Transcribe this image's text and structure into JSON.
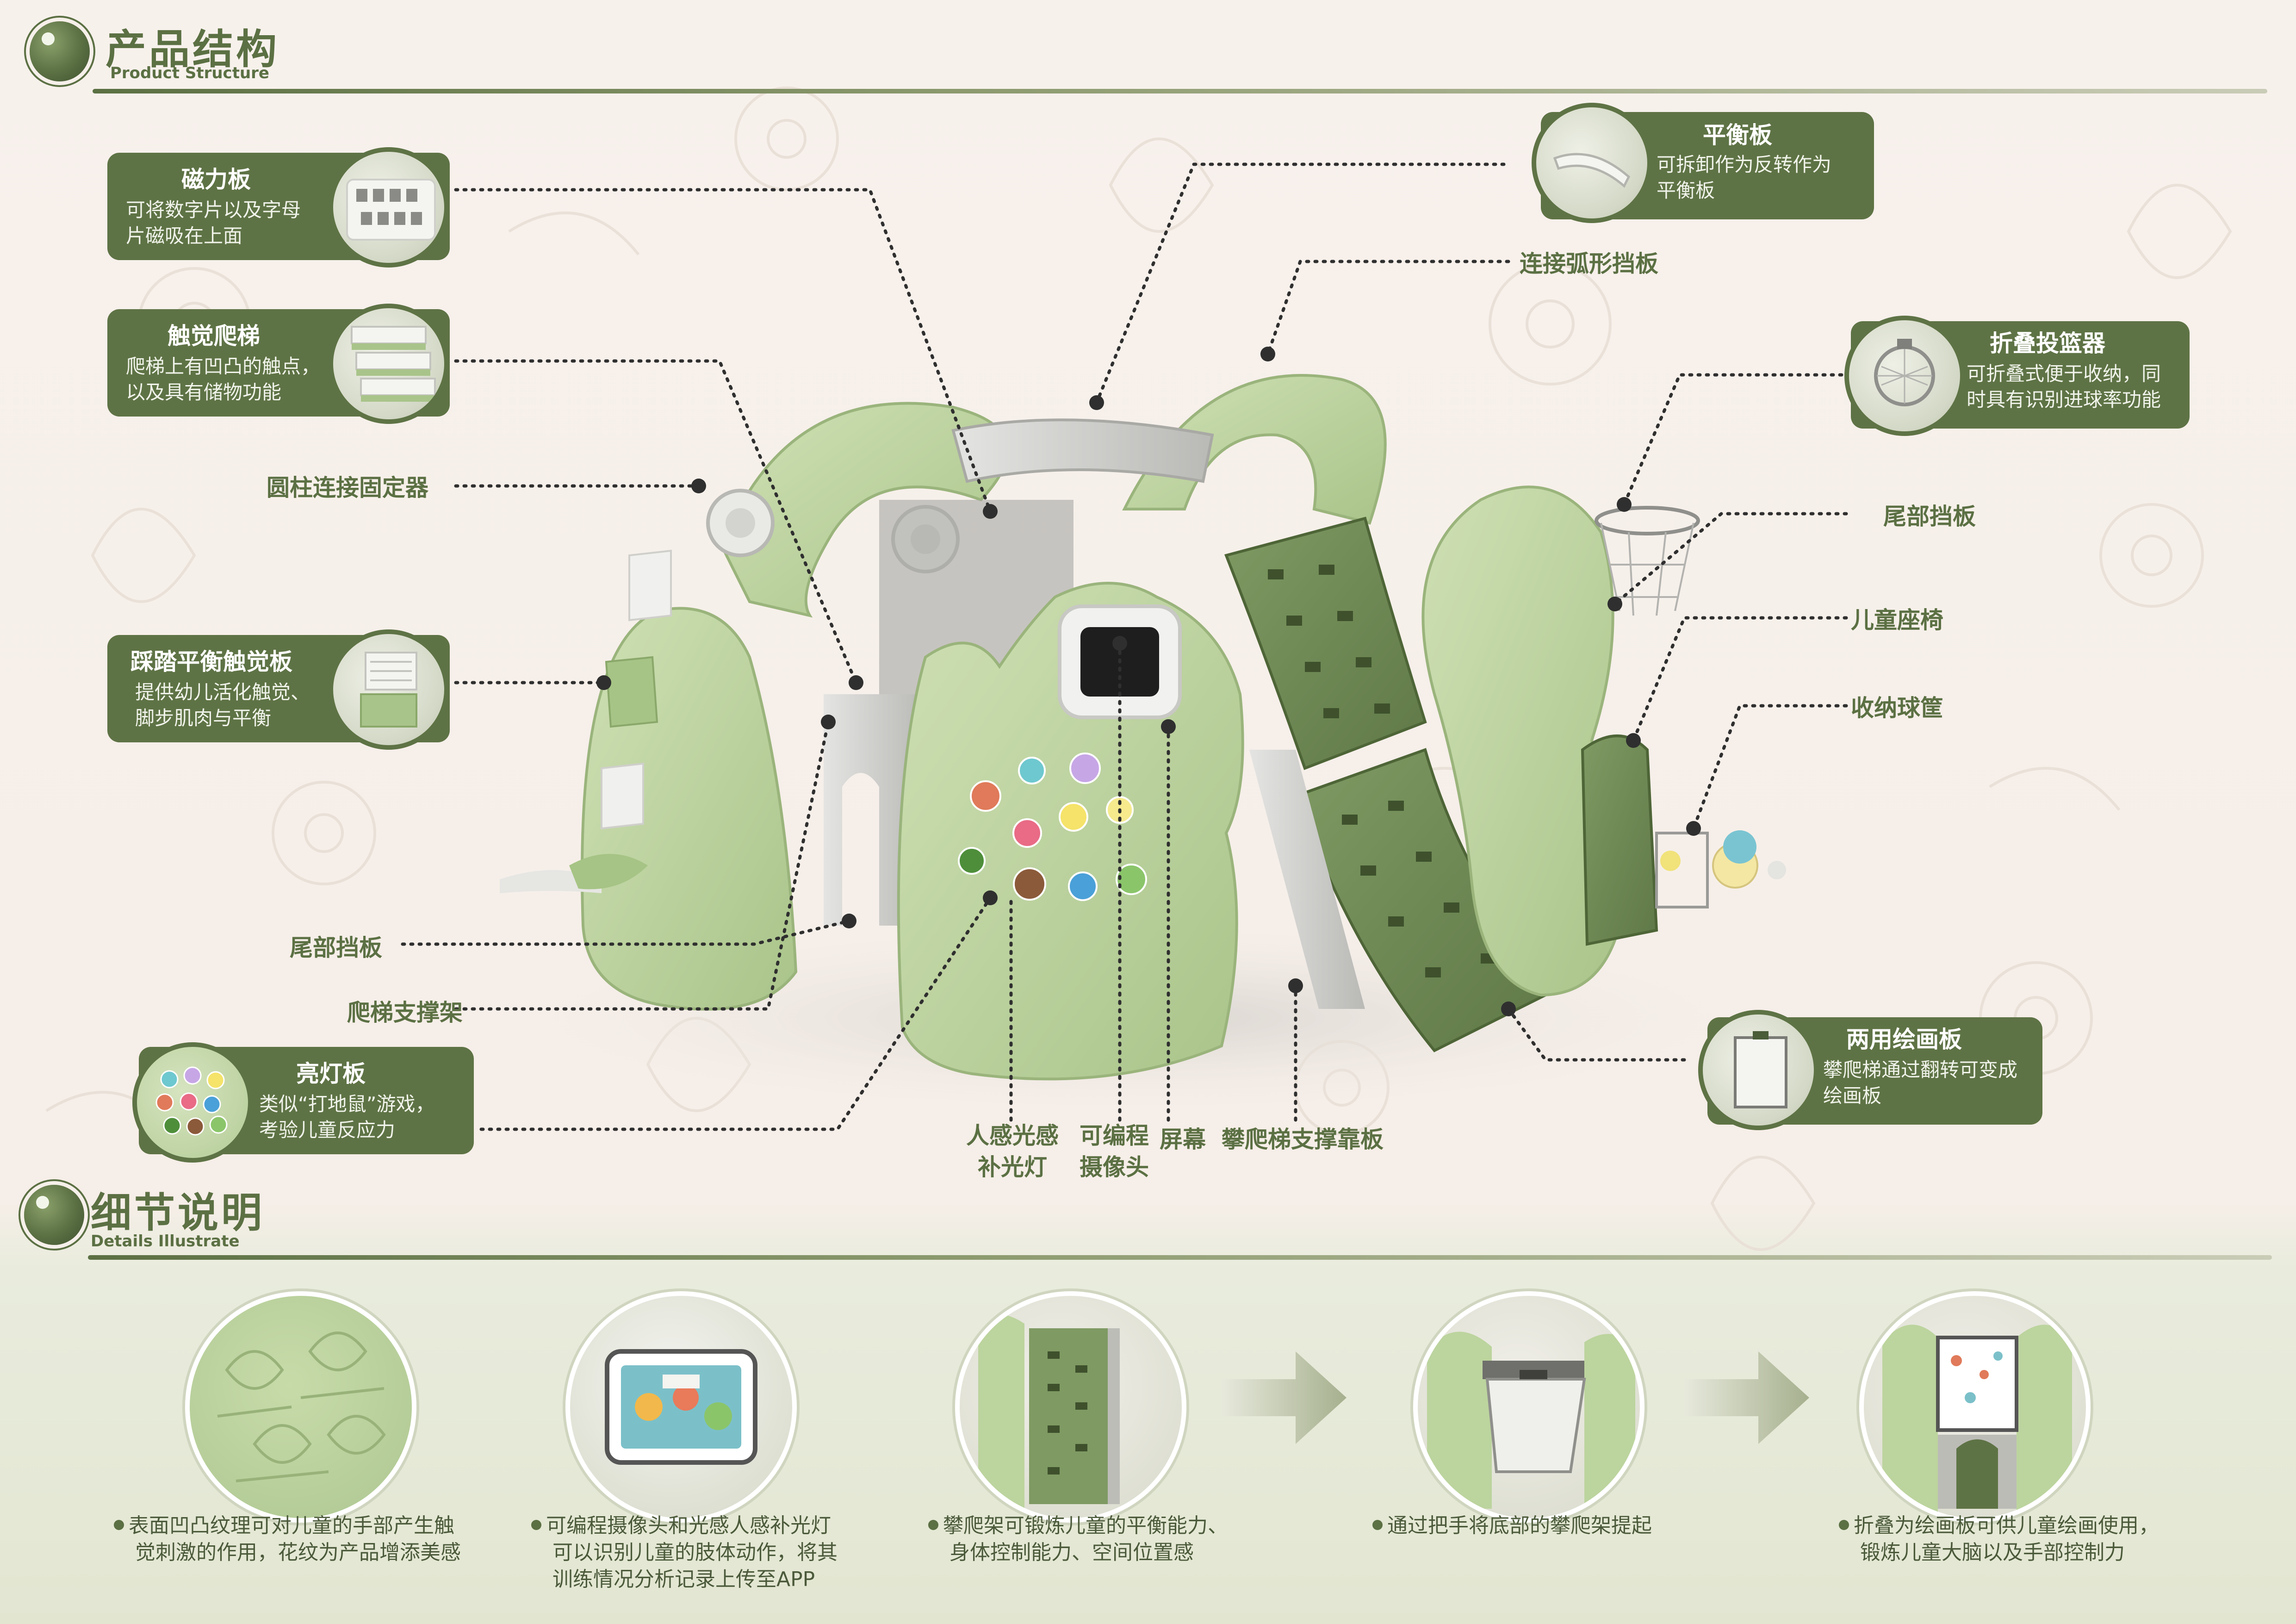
{
  "section1": {
    "title": "产品结构",
    "subtitle": "Product Structure"
  },
  "section2": {
    "title": "细节说明",
    "subtitle": "Details Illustrate"
  },
  "callouts": {
    "magnetic": {
      "title": "磁力板",
      "desc1": "可将数字片以及字母",
      "desc2": "片磁吸在上面"
    },
    "ladder": {
      "title": "触觉爬梯",
      "desc1": "爬梯上有凹凸的触点，",
      "desc2": "以及具有储物功能"
    },
    "step": {
      "title": "踩踏平衡触觉板",
      "desc1": "提供幼儿活化触觉、",
      "desc2": "脚步肌肉与平衡"
    },
    "light": {
      "title": "亮灯板",
      "desc1": "类似“打地鼠”游戏，",
      "desc2": "考验儿童反应力"
    },
    "balance": {
      "title": "平衡板",
      "desc1": "可拆卸作为反转作为",
      "desc2": "平衡板"
    },
    "hoop": {
      "title": "折叠投篮器",
      "desc1": "可折叠式便于收纳，同",
      "desc2": "时具有识别进球率功能"
    },
    "drawing": {
      "title": "两用绘画板",
      "desc1": "攀爬梯通过翻转可变成",
      "desc2": "绘画板"
    }
  },
  "labels": {
    "cylinder": "圆柱连接固定器",
    "tail_left": "尾部挡板",
    "ladder_support": "爬梯支撑架",
    "arc_board": "连接弧形挡板",
    "tail_right": "尾部挡板",
    "seat": "儿童座椅",
    "basket": "收纳球筐",
    "sensor_1": "人感光感",
    "sensor_2": "补光灯",
    "camera_1": "可编程",
    "camera_2": "摄像头",
    "screen": "屏幕",
    "climb_support": "攀爬梯支撑靠板"
  },
  "details": [
    {
      "l1": "表面凹凸纹理可对儿童的手部产生触",
      "l2": "觉刺激的作用，花纹为产品增添美感",
      "l3": ""
    },
    {
      "l1": "可编程摄像头和光感人感补光灯",
      "l2": "可以识别儿童的肢体动作，将其",
      "l3": "训练情况分析记录上传至APP"
    },
    {
      "l1": "攀爬架可锻炼儿童的平衡能力、",
      "l2": "身体控制能力、空间位置感",
      "l3": ""
    },
    {
      "l1": "通过把手将底部的攀爬架提起",
      "l2": "",
      "l3": ""
    },
    {
      "l1": "折叠为绘画板可供儿童绘画使用，",
      "l2": "锻炼儿童大脑以及手部控制力",
      "l3": ""
    }
  ],
  "colors": {
    "primary": "#5e7345",
    "body_green": "#b6cf97",
    "light_green": "#cfe0b4",
    "bg": "#f6f0ea"
  }
}
